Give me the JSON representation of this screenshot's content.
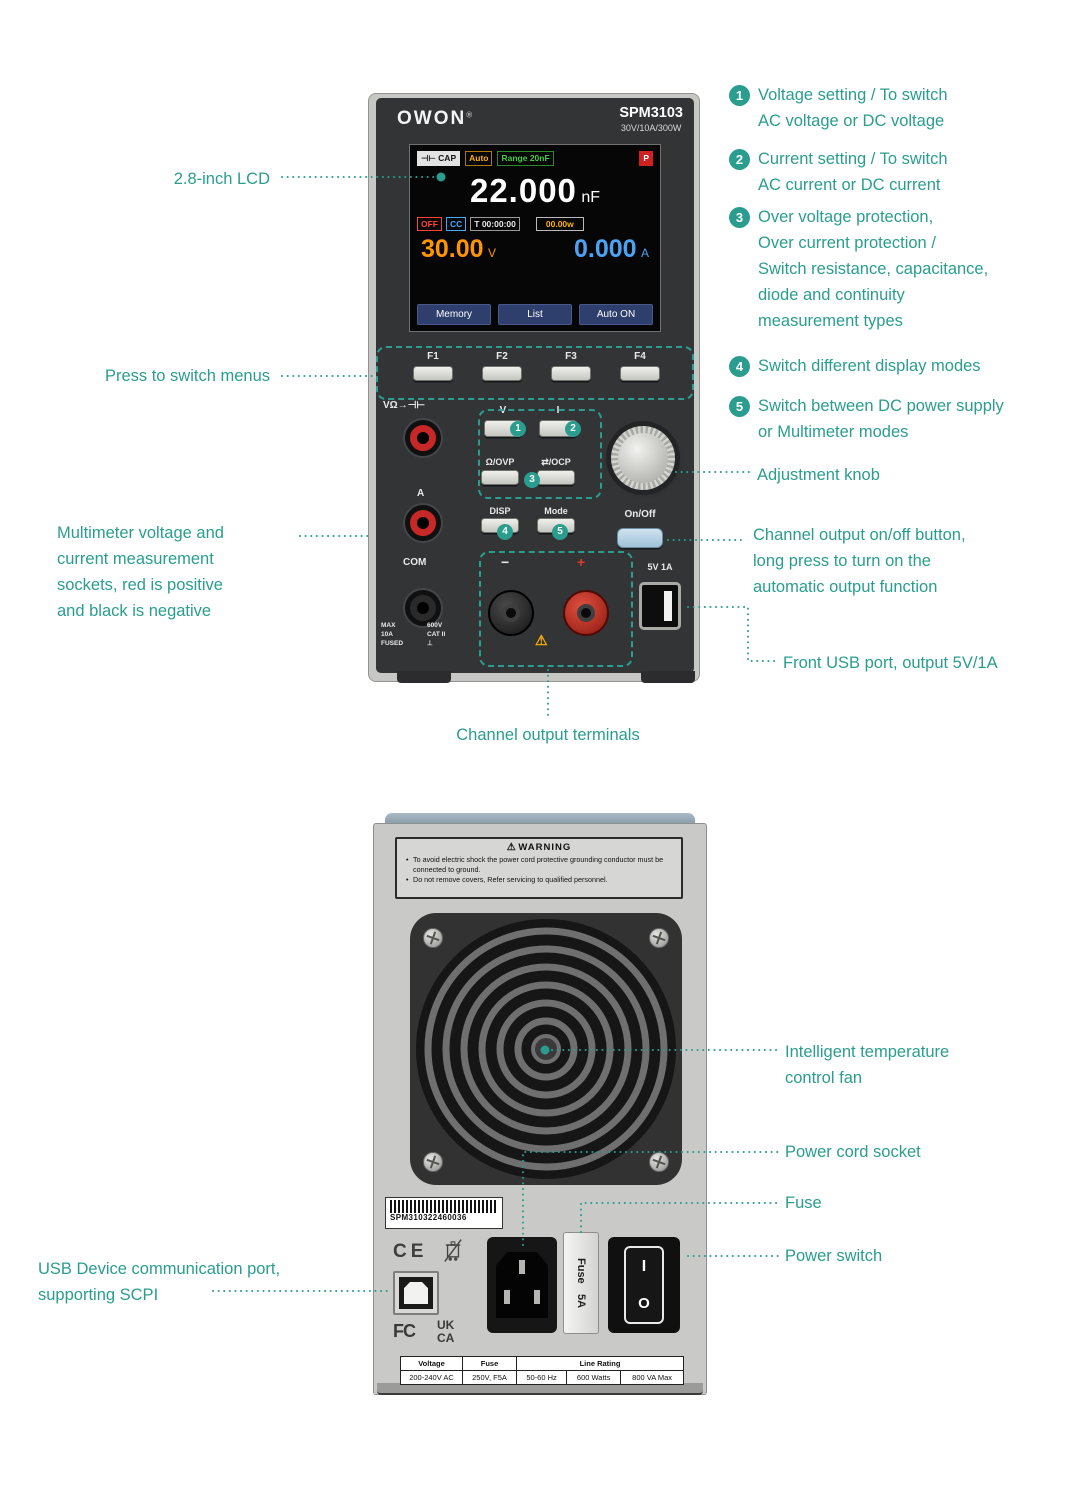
{
  "colors": {
    "accent": "#2a9d8f",
    "lcd_orange": "#ff9500",
    "lcd_blue": "#4ba3f5",
    "lcd_green": "#44cc44",
    "lcd_red": "#d02020"
  },
  "front": {
    "brand": "OWON",
    "reg_mark": "®",
    "model": "SPM3103",
    "rating": "30V/10A/300W",
    "lcd": {
      "cap_chip": "⊣⊢ CAP",
      "auto_chip": "Auto",
      "range_chip": "Range 20nF",
      "p_chip": "P",
      "main_value": "22.000",
      "main_unit": "nF",
      "off_chip": "OFF",
      "cc_chip": "CC",
      "timer_chip": "T 00:00:00",
      "power_box": "00.00w",
      "voltage_value": "30.00",
      "voltage_unit": "V",
      "current_value": "0.000",
      "current_unit": "A",
      "menu": [
        "Memory",
        "List",
        "Auto ON"
      ]
    },
    "fkeys": [
      "F1",
      "F2",
      "F3",
      "F4"
    ],
    "panel": {
      "multimeter_label": "VΩ→⊣⊢",
      "v_button": "V",
      "i_button": "I",
      "ovp_button": "Ω/OVP",
      "ocp_button": "⇄/OCP",
      "a_label": "A",
      "disp_button": "DISP",
      "mode_button": "Mode",
      "onoff_label": "On/Off",
      "com_label": "COM",
      "minus_label": "−",
      "plus_label": "+",
      "usb_label": "5V 1A",
      "max_text": "MAX\n10A\nFUSED",
      "cat_text": "600V\nCAT II\n⊥",
      "warning_symbol": "⚠"
    }
  },
  "callouts": {
    "lcd": "2.8-inch LCD",
    "menus": "Press to switch menus",
    "multimeter": "Multimeter voltage and\ncurrent measurement\nsockets, red is positive\nand black is negative",
    "numbered": [
      {
        "num": "1",
        "text": "Voltage setting / To switch\nAC voltage or DC voltage"
      },
      {
        "num": "2",
        "text": "Current setting / To switch\nAC current or DC current"
      },
      {
        "num": "3",
        "text": "Over voltage protection,\nOver current protection /\nSwitch resistance, capacitance,\ndiode and continuity\nmeasurement types"
      },
      {
        "num": "4",
        "text": "Switch different display modes"
      },
      {
        "num": "5",
        "text": "Switch between DC power supply\nor Multimeter modes"
      }
    ],
    "knob": "Adjustment knob",
    "output_onoff": "Channel output on/off button,\nlong press to turn on the\nautomatic output function",
    "front_usb": "Front USB port, output 5V/1A",
    "output_terminals": "Channel output terminals",
    "fan": "Intelligent temperature\ncontrol fan",
    "power_socket": "Power cord socket",
    "fuse": "Fuse",
    "power_switch": "Power switch",
    "usb_device": "USB Device communication port,\nsupporting SCPI"
  },
  "back": {
    "warning_symbol": "⚠",
    "warning_title": "WARNING",
    "warning_items": [
      "To avoid electric shock the power cord protective grounding conductor must be connected to ground.",
      "Do not remove covers, Refer servicing to qualified personnel."
    ],
    "serial": "SPM310322460036",
    "ce_mark": "CE",
    "fcc_mark": "FC",
    "ukca_line1": "UK",
    "ukca_line2": "CA",
    "fuse_word": "Fuse",
    "fuse_amp": "5A",
    "switch_on": "I",
    "switch_off": "O",
    "table": {
      "h_voltage": "Voltage",
      "h_fuse": "Fuse",
      "h_line": "Line Rating",
      "v_voltage": "200-240V AC",
      "v_fuse": "250V, F5A",
      "v_line1": "50-60 Hz",
      "v_line2": "600 Watts",
      "v_line3": "800 VA Max"
    }
  }
}
